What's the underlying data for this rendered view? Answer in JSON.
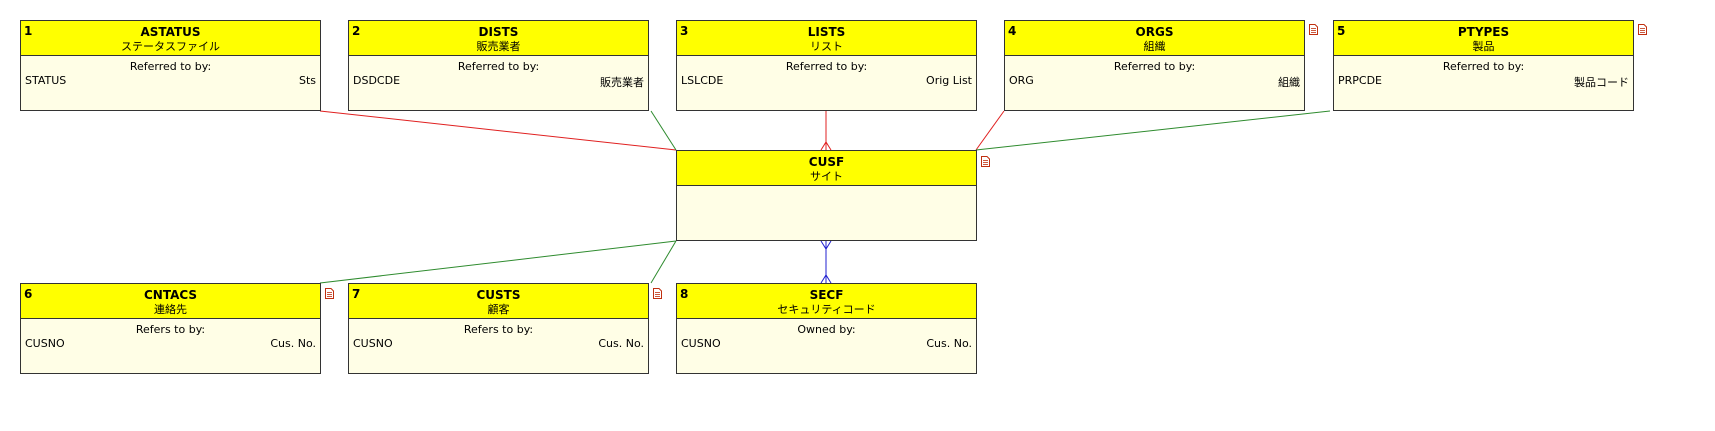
{
  "center": {
    "name": "CUSF",
    "label": "サイト"
  },
  "top": [
    {
      "idx": "1",
      "name": "ASTATUS",
      "label": "ステータスファイル",
      "rel": "Referred to by:",
      "key": "STATUS",
      "desc": "Sts",
      "doc": false
    },
    {
      "idx": "2",
      "name": "DISTS",
      "label": "販売業者",
      "rel": "Referred to by:",
      "key": "DSDCDE",
      "desc": "販売業者",
      "doc": false
    },
    {
      "idx": "3",
      "name": "LISTS",
      "label": "リスト",
      "rel": "Referred to by:",
      "key": "LSLCDE",
      "desc": "Orig List",
      "doc": false
    },
    {
      "idx": "4",
      "name": "ORGS",
      "label": "組織",
      "rel": "Referred to by:",
      "key": "ORG",
      "desc": "組織",
      "doc": true
    },
    {
      "idx": "5",
      "name": "PTYPES",
      "label": "製品",
      "rel": "Referred to by:",
      "key": "PRPCDE",
      "desc": "製品コード",
      "doc": true
    }
  ],
  "bottom": [
    {
      "idx": "6",
      "name": "CNTACS",
      "label": "連絡先",
      "rel": "Refers to by:",
      "key": "CUSNO",
      "desc": "Cus. No.",
      "doc": true
    },
    {
      "idx": "7",
      "name": "CUSTS",
      "label": "顧客",
      "rel": "Refers to by:",
      "key": "CUSNO",
      "desc": "Cus. No.",
      "doc": true
    },
    {
      "idx": "8",
      "name": "SECF",
      "label": "セキュリティコード",
      "rel": "Owned by:",
      "key": "CUSNO",
      "desc": "Cus. No.",
      "doc": false
    }
  ],
  "colors": {
    "red": "#e02020",
    "green": "#2e8b2e",
    "blue": "#2020d0",
    "header": "#ffff00",
    "body": "#fffee6"
  },
  "icons": {
    "document": "document-icon"
  }
}
